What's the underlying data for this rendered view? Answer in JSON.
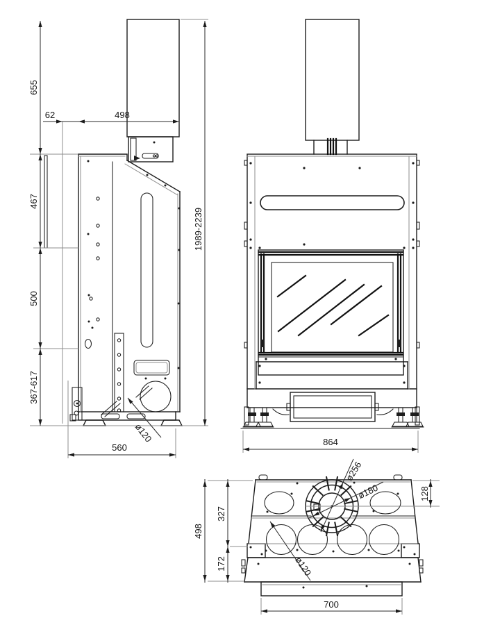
{
  "drawing": {
    "type": "technical-drawing-fireplace-3-views",
    "colors": {
      "line": "#1c1c1c",
      "thin_line": "#8c8c8c",
      "background": "#ffffff"
    },
    "views": {
      "side": {
        "dim_655": "655",
        "dim_62": "62",
        "dim_498": "498",
        "dim_467": "467",
        "dim_500": "500",
        "dim_367_617": "367-617",
        "dim_height_range": "1989-2239",
        "dim_560": "560",
        "dia_120": "ø120"
      },
      "front": {
        "dim_864": "864"
      },
      "top": {
        "dim_498": "498",
        "dim_327": "327",
        "dim_172": "172",
        "dim_128": "128",
        "dim_700": "700",
        "dia_256": "ø256",
        "dia_180": "ø180",
        "dia_120": "ø120"
      }
    }
  }
}
